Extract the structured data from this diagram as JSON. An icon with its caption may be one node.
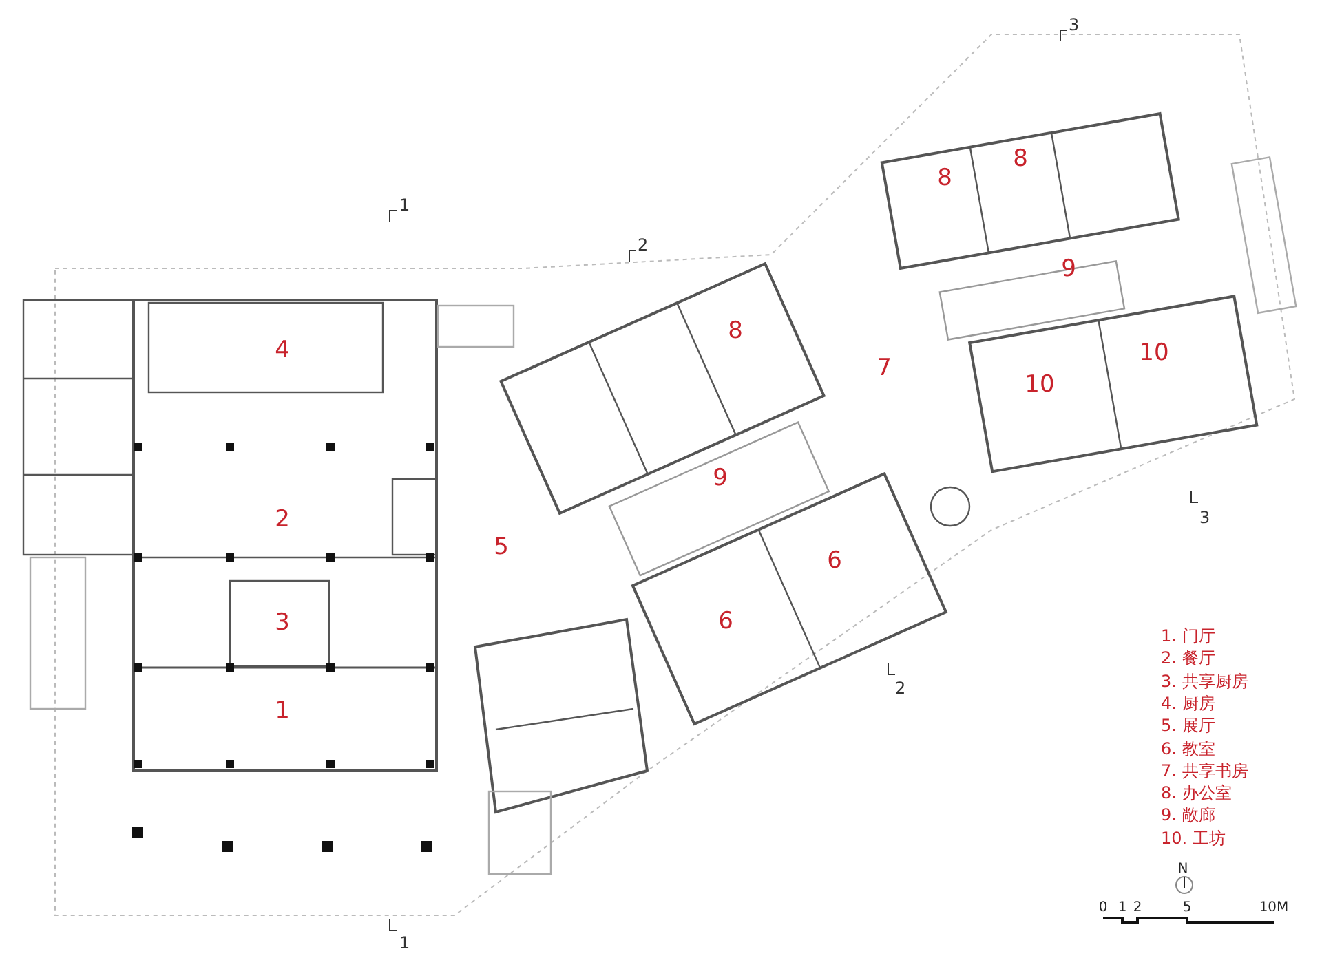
{
  "diagram": {
    "labels": [
      "3",
      "8",
      "8",
      "1",
      "2",
      "9",
      "8",
      "4",
      "10",
      "10",
      "7",
      "9",
      "2",
      "3",
      "5",
      "6",
      "3",
      "6",
      "1. 门厅",
      "2. 餐厅",
      "3. 共享厨房",
      "4. 厨房",
      "5. 展厅",
      "6. 教室",
      "7. 共享书房",
      "8. 办公室",
      "9. 敞廊",
      "10. 工坊",
      "2",
      "1",
      "N",
      "0",
      "1",
      "2",
      "5",
      "10M",
      "1"
    ]
  }
}
